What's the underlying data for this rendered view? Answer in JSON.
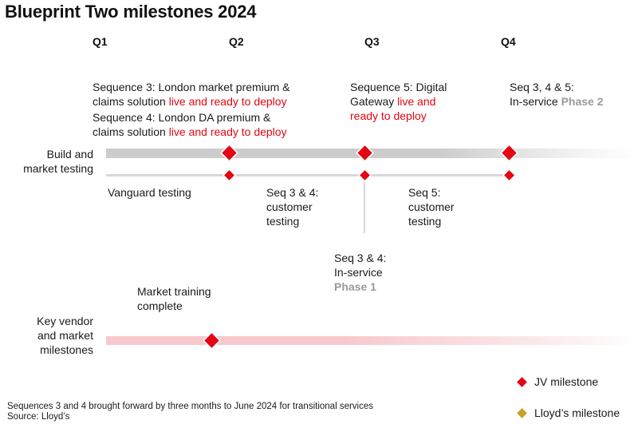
{
  "title": "Blueprint Two milestones 2024",
  "quarters": [
    "Q1",
    "Q2",
    "Q3",
    "Q4"
  ],
  "rows": {
    "build": "Build and market testing",
    "build_lines": [
      "Build and",
      "market testing"
    ],
    "vendor_lines": [
      "Key vendor",
      "and market",
      "milestones"
    ]
  },
  "top_notes": {
    "seq3": {
      "prefix": "Sequence 3: London market premium & claims solution ",
      "highlight": "live and ready to deploy",
      "line1": "Sequence 3: London market premium &",
      "line2_prefix": "claims solution "
    },
    "seq4": {
      "line1": "Sequence 4: London DA premium &",
      "line2_prefix": "claims solution ",
      "highlight": "live and ready to deploy"
    },
    "seq5": {
      "line1": "Sequence 5: Digital",
      "line2_prefix": "Gateway ",
      "line2_highlight": "live and",
      "line3_highlight": "ready to deploy"
    },
    "seq345": {
      "line1": "Seq 3, 4 & 5:",
      "line2_prefix": "In-service ",
      "phase": "Phase 2"
    }
  },
  "testing_labels": {
    "vanguard": "Vanguard testing",
    "seq34": [
      "Seq 3 & 4:",
      "customer",
      "testing"
    ],
    "seq5": [
      "Seq 5:",
      "customer",
      "testing"
    ]
  },
  "inservice_phase1": {
    "line1": "Seq 3 & 4:",
    "line2": "In-service",
    "phase": "Phase 1"
  },
  "market_training": [
    "Market training",
    "complete"
  ],
  "footnote": "Sequences 3 and 4 brought forward by three months to June 2024 for transitional services",
  "source": "Source: Lloyd’s",
  "legend": [
    {
      "label": "JV milestone",
      "color": "#e30613"
    },
    {
      "label": "Lloyd’s milestone",
      "color": "#c9a227"
    }
  ],
  "colors": {
    "accent": "#e30613",
    "phase": "#9a9a9a",
    "lloyds": "#c9a227"
  }
}
